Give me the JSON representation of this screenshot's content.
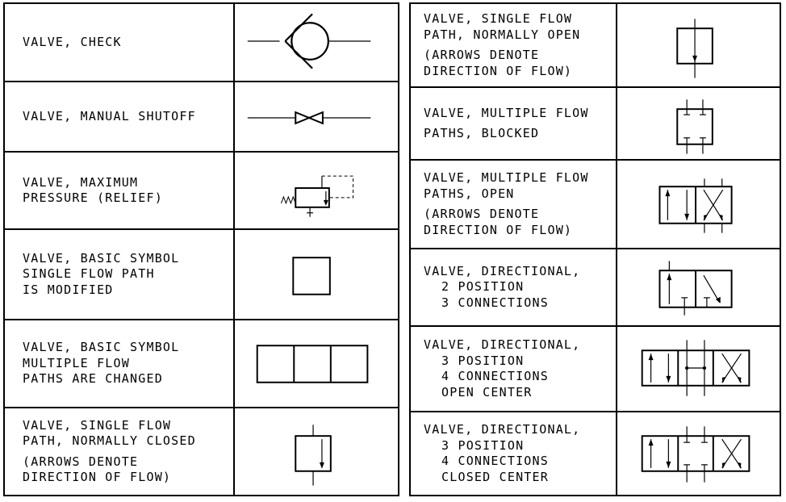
{
  "left": [
    {
      "lines": [
        "VALVE, CHECK"
      ],
      "symbol": "check-valve"
    },
    {
      "lines": [
        "VALVE, MANUAL SHUTOFF"
      ],
      "symbol": "manual-shutoff-valve"
    },
    {
      "lines": [
        "VALVE, MAXIMUM",
        "PRESSURE (RELIEF)"
      ],
      "symbol": "relief-valve"
    },
    {
      "lines": [
        "VALVE, BASIC SYMBOL",
        "SINGLE FLOW PATH",
        "IS MODIFIED"
      ],
      "symbol": "single-envelope"
    },
    {
      "lines": [
        "VALVE, BASIC SYMBOL",
        "MULTIPLE FLOW",
        "PATHS ARE CHANGED"
      ],
      "symbol": "triple-envelope"
    },
    {
      "lines": [
        "VALVE, SINGLE FLOW",
        "PATH, NORMALLY CLOSED",
        "(ARROWS DENOTE",
        "DIRECTION OF FLOW)"
      ],
      "symbol": "normally-closed-valve"
    }
  ],
  "right": [
    {
      "lines": [
        "VALVE, SINGLE FLOW",
        "PATH, NORMALLY OPEN",
        "(ARROWS DENOTE",
        "DIRECTION OF FLOW)"
      ],
      "symbol": "normally-open-valve"
    },
    {
      "lines": [
        "VALVE, MULTIPLE FLOW",
        "PATHS, BLOCKED"
      ],
      "symbol": "blocked-paths-valve"
    },
    {
      "lines": [
        "VALVE, MULTIPLE FLOW",
        "PATHS, OPEN",
        "(ARROWS DENOTE",
        "DIRECTION OF FLOW)"
      ],
      "symbol": "open-paths-valve"
    },
    {
      "lines": [
        "VALVE, DIRECTIONAL,",
        "2 POSITION",
        "3 CONNECTIONS"
      ],
      "symbol": "directional-2pos-3conn"
    },
    {
      "lines": [
        "VALVE, DIRECTIONAL,",
        "3 POSITION",
        "4 CONNECTIONS",
        "OPEN CENTER"
      ],
      "symbol": "directional-3pos-open-center"
    },
    {
      "lines": [
        "VALVE, DIRECTIONAL,",
        "3 POSITION",
        "4 CONNECTIONS",
        "CLOSED CENTER"
      ],
      "symbol": "directional-3pos-closed-center"
    }
  ]
}
